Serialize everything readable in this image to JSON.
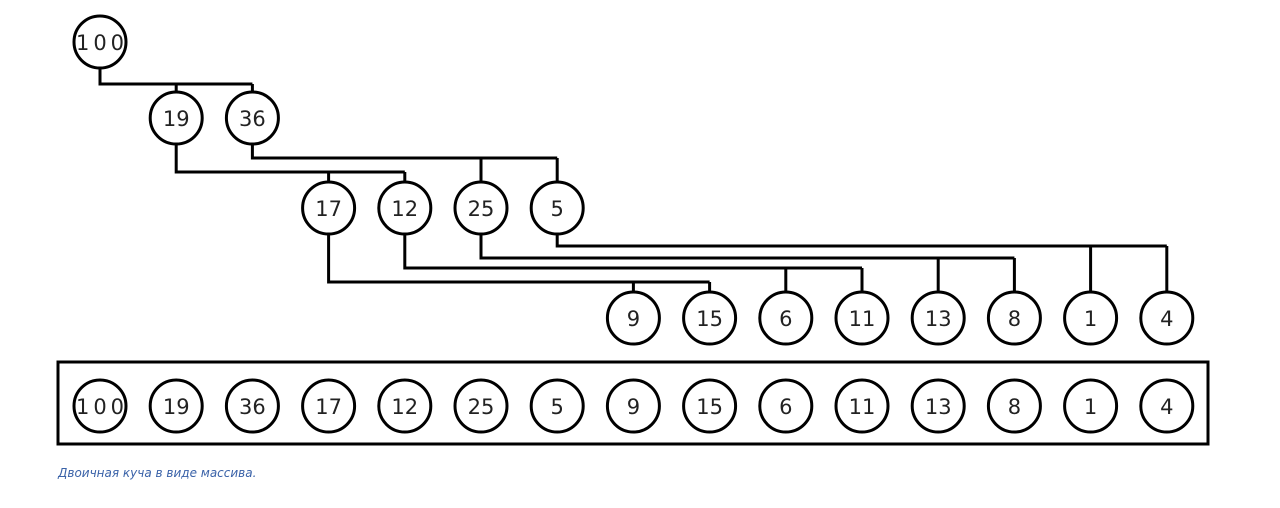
{
  "heap": {
    "values": [
      100,
      19,
      36,
      17,
      12,
      25,
      5,
      9,
      15,
      6,
      11,
      13,
      8,
      1,
      4
    ]
  },
  "array": {
    "values": [
      100,
      19,
      36,
      17,
      12,
      25,
      5,
      9,
      15,
      6,
      11,
      13,
      8,
      1,
      4
    ]
  },
  "caption": "Двоичная куча в виде массива."
}
